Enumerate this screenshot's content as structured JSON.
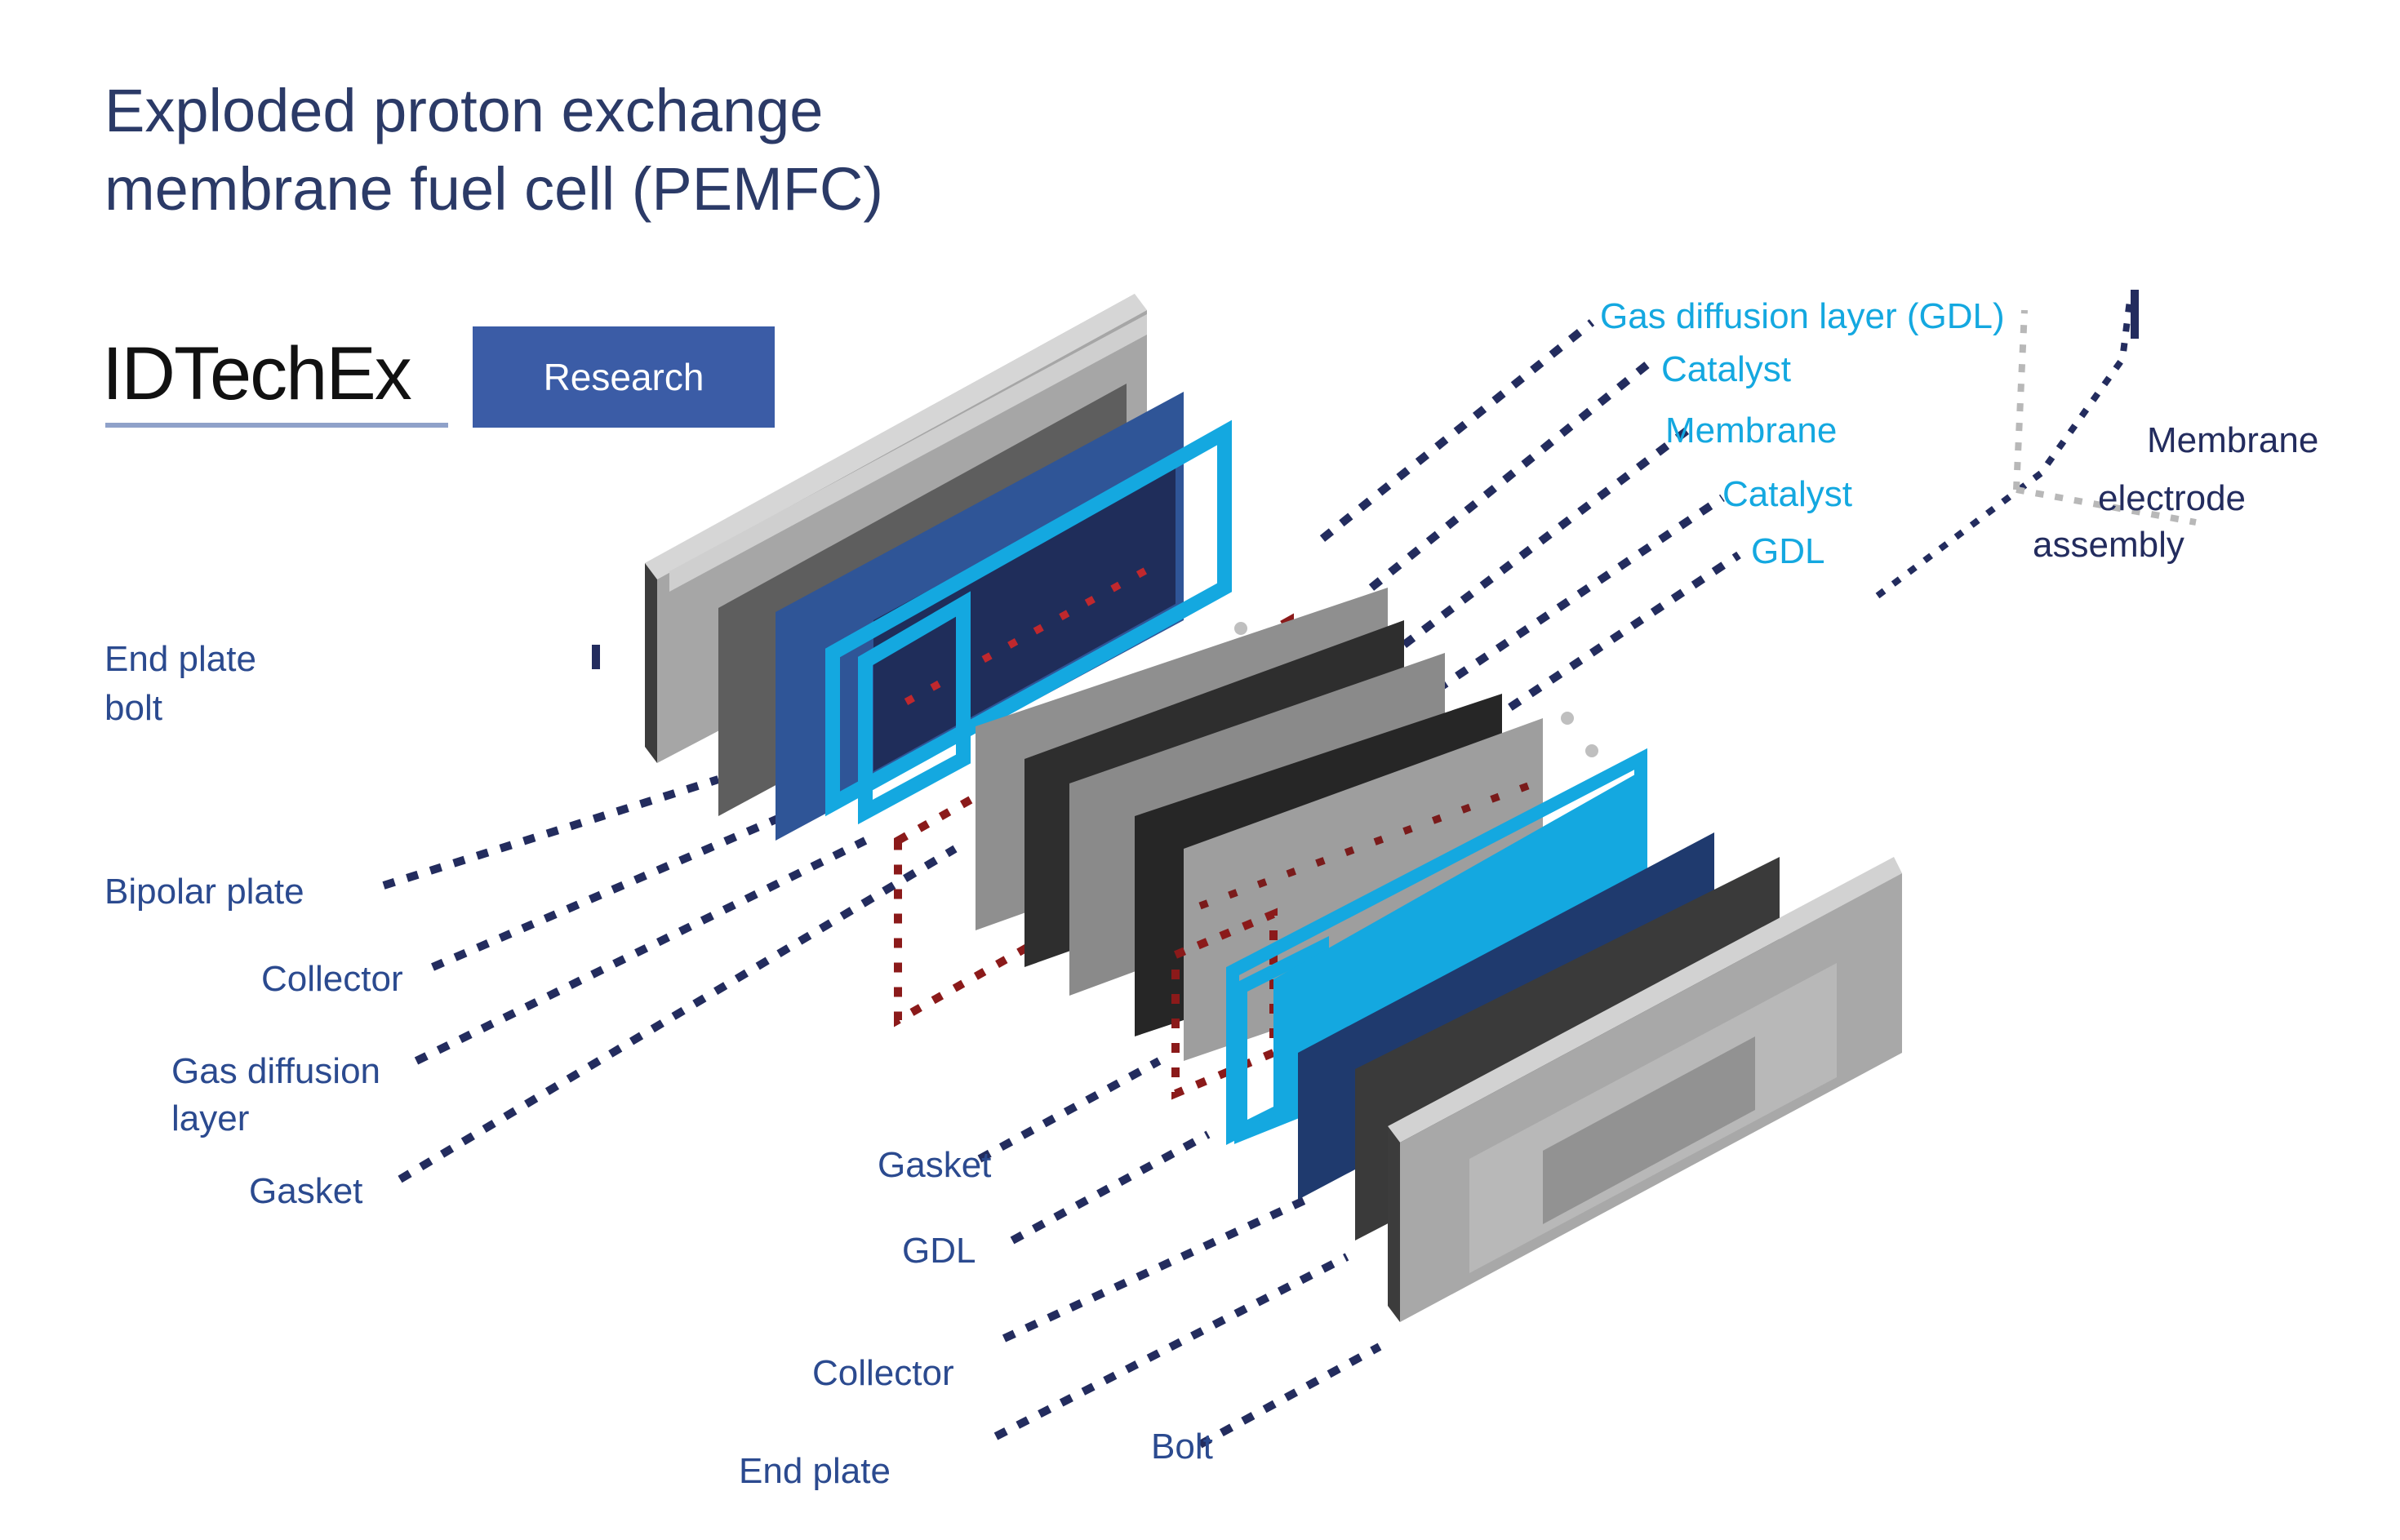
{
  "title": {
    "line1": "Exploded proton exchange",
    "line2": "membrane fuel cell (PEMFC)"
  },
  "logo": {
    "word": "IDTechEx",
    "badge": "Research"
  },
  "labels": {
    "end_plate_top": "End plate",
    "end_plate_top_2": "bolt",
    "flow_field": "Bipolar plate",
    "collector": "Collector",
    "gas_diffusion": "Gas diffusion",
    "gas_diffusion_2": "layer",
    "gasket_left": "Gasket",
    "top_right_1": "Gas diffusion layer (GDL)",
    "top_right_2": "Catalyst",
    "top_right_3": "Membrane",
    "top_right_4": "Catalyst",
    "top_right_5": "GDL",
    "right_group_1": "Membrane",
    "right_group_2": "electrode",
    "right_group_3": "assembly",
    "bottom_1": "Gasket",
    "bottom_2": "GDL",
    "bottom_3": "Collector",
    "bottom_4": "End plate",
    "bottom_5": "Bolt"
  },
  "colors": {
    "navy": "#232c5e",
    "blue": "#2f5597",
    "cyan": "#14a8e0",
    "dark_red": "#8b1a1a",
    "grey": "#9a9a9a",
    "dark_grey": "#3a3a3a"
  }
}
